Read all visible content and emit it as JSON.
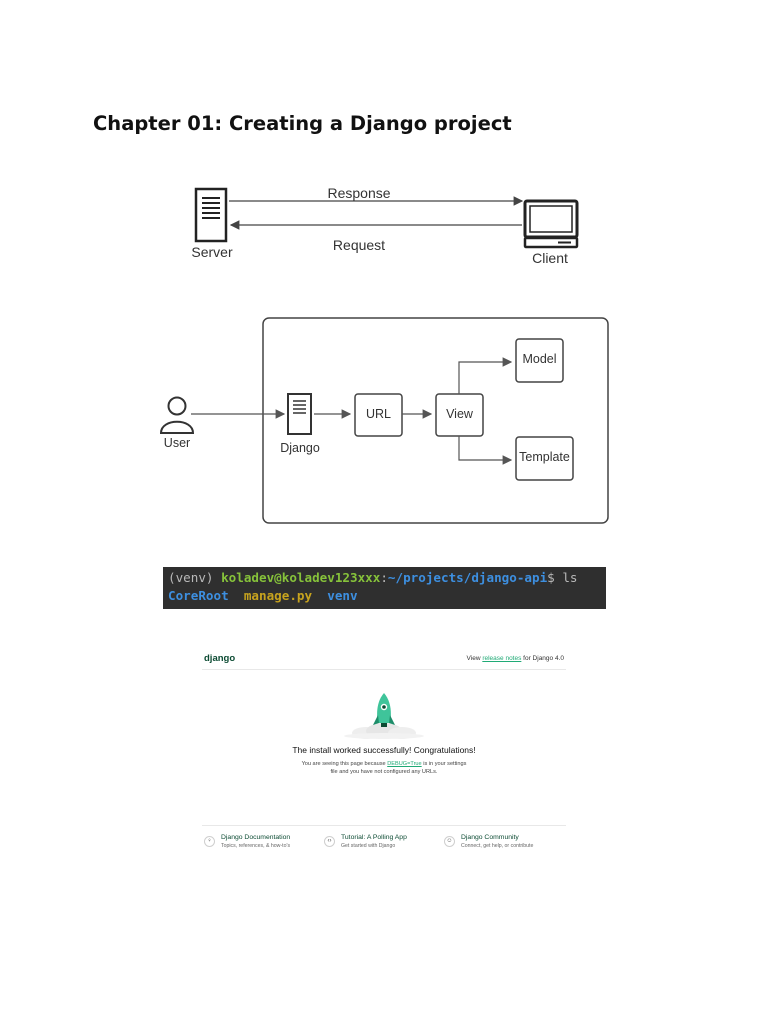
{
  "document": {
    "chapter_title": "Chapter 01: Creating a Django project"
  },
  "figure1": {
    "response_label": "Response",
    "request_label": "Request",
    "server_label": "Server",
    "client_label": "Client"
  },
  "figure2": {
    "user_label": "User",
    "django_label": "Django",
    "url_label": "URL",
    "view_label": "View",
    "model_label": "Model",
    "template_label": "Template"
  },
  "terminal": {
    "venv": "(venv)",
    "user_host": "koladev@koladev123xxx",
    "colon": ":",
    "path": "~/projects/django-api",
    "prompt": "$ ls",
    "ls_items": [
      "CoreRoot",
      "manage.py",
      "venv"
    ]
  },
  "django_welcome": {
    "logo": "django",
    "release_prefix": "View ",
    "release_link": "release notes",
    "release_suffix": " for Django 4.0",
    "success": "The install worked successfully! Congratulations!",
    "explain_1": "You are seeing this page because ",
    "debug_link": "DEBUG=True",
    "explain_2": " is in your settings file and you have not configured any URLs.",
    "footer": [
      {
        "title": "Django Documentation",
        "subtitle": "Topics, references, & how-to's",
        "icon": "lightbulb-icon"
      },
      {
        "title": "Tutorial: A Polling App",
        "subtitle": "Get started with Django",
        "icon": "code-icon"
      },
      {
        "title": "Django Community",
        "subtitle": "Connect, get help, or contribute",
        "icon": "people-icon"
      }
    ]
  }
}
